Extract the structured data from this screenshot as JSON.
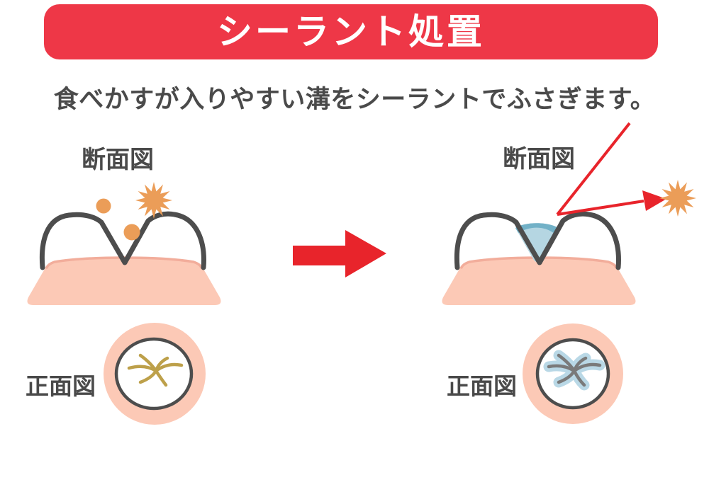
{
  "banner": {
    "title": "シーラント処置"
  },
  "subtitle": "食べかすが入りやすい溝をシーラントでふさぎます。",
  "before": {
    "cross_section_label": "断面図",
    "front_view_label": "正面図"
  },
  "after": {
    "cross_section_label": "断面図",
    "front_view_label": "正面図"
  },
  "colors": {
    "banner_red": "#ee3747",
    "arrow_red": "#e8242b",
    "text_dark": "#4a4a4a",
    "outline_gray": "#4d4d4d",
    "gum_pink": "#fcc9b6",
    "gum_edge_pink": "#f2ad9b",
    "food_orange": "#eb9d58",
    "sealant_blue": "#b5d6e2",
    "sealant_blue_dark": "#72b1c7",
    "sealant_blob_blue": "#b9d8e6",
    "fissure_olive": "#bda04a",
    "fissure_gray": "#7a7a7a"
  },
  "icons": {
    "starburst": "12-point-star-burst",
    "food_particles": "orange-dots",
    "arrow_right": "solid-right-arrow",
    "pointer_arrow": "thin-arrow-to-starburst"
  }
}
